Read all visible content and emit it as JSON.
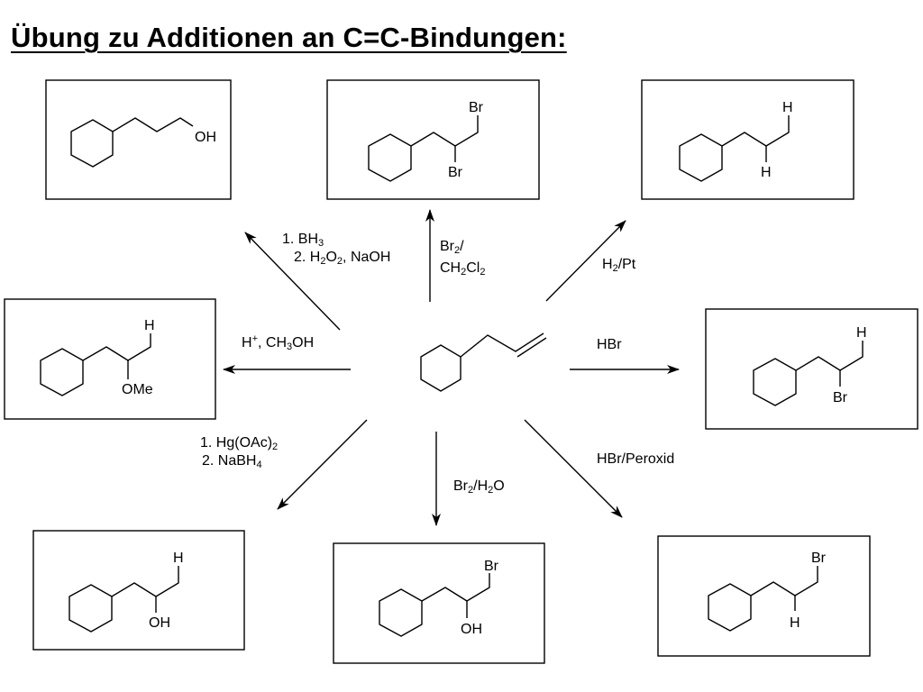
{
  "title": "Übung zu Additionen an C=C-Bindungen:",
  "reagents": {
    "hydroboration": {
      "line1_pre": "1. BH",
      "line1_sub": "3",
      "line2_pre": "2. H",
      "line2_sub1": "2",
      "line2_mid": "O",
      "line2_sub2": "2",
      "line2_post": ", NaOH"
    },
    "bromination": {
      "line1_pre": "Br",
      "line1_sub": "2",
      "line1_post": "/",
      "line2_pre": "CH",
      "line2_sub1": "2",
      "line2_mid": "Cl",
      "line2_sub2": "2"
    },
    "hydrogenation": {
      "pre": "H",
      "sub": "2",
      "post": "/Pt"
    },
    "ether": {
      "pre": "H",
      "sup": "+",
      "mid": ", CH",
      "sub": "3",
      "post": "OH"
    },
    "hbr": {
      "text": "HBr"
    },
    "oxymercuration": {
      "line1_pre": "1.  Hg(OAc)",
      "line1_sub": "2",
      "line2_pre": "2. NaBH",
      "line2_sub": "4"
    },
    "bromohydrin": {
      "pre": "Br",
      "sub": "2",
      "mid": "/H",
      "sub2": "2",
      "post": "O"
    },
    "hbr_peroxide": {
      "text": "HBr/Peroxid"
    }
  },
  "atoms": {
    "oh": "OH",
    "br": "Br",
    "h": "H",
    "ome": "OMe"
  }
}
